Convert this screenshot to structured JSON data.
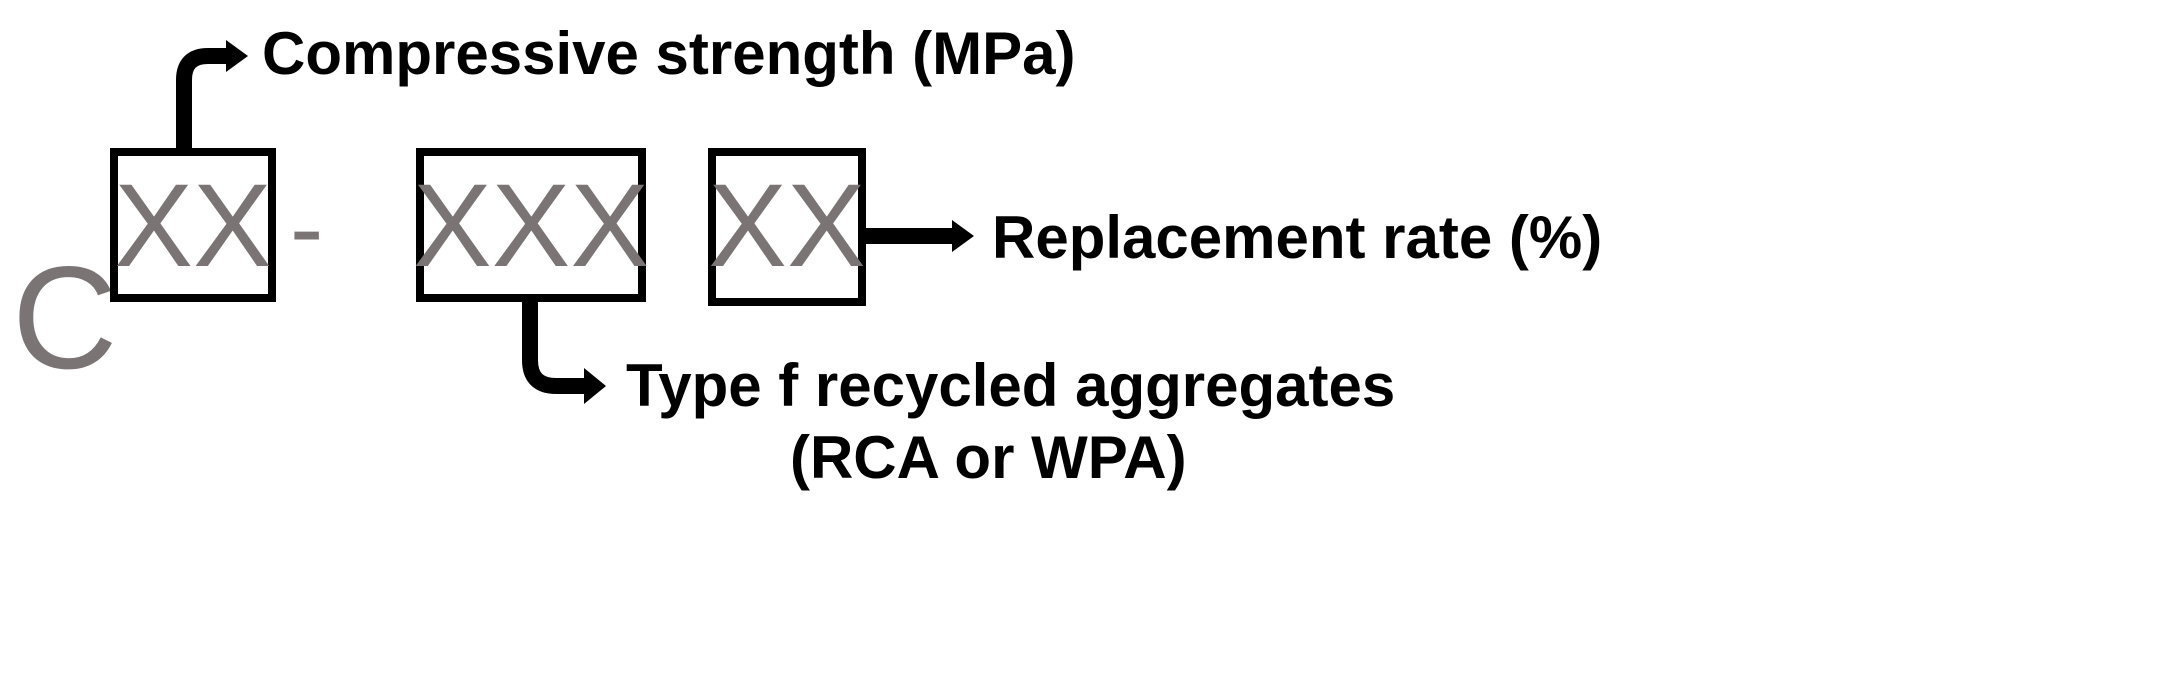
{
  "code": {
    "prefix": "C",
    "strength_placeholder": "XX",
    "separator": "-",
    "type_placeholder": "XXX",
    "rate_placeholder": "XX"
  },
  "labels": {
    "strength": "Compressive strength (MPa)",
    "rate": "Replacement rate (%)",
    "type_line1": "Type f recycled aggregates",
    "type_line2": "(RCA or WPA)"
  },
  "colors": {
    "code_text": "#7a7474",
    "label_text": "#000000",
    "lines": "#000000"
  }
}
